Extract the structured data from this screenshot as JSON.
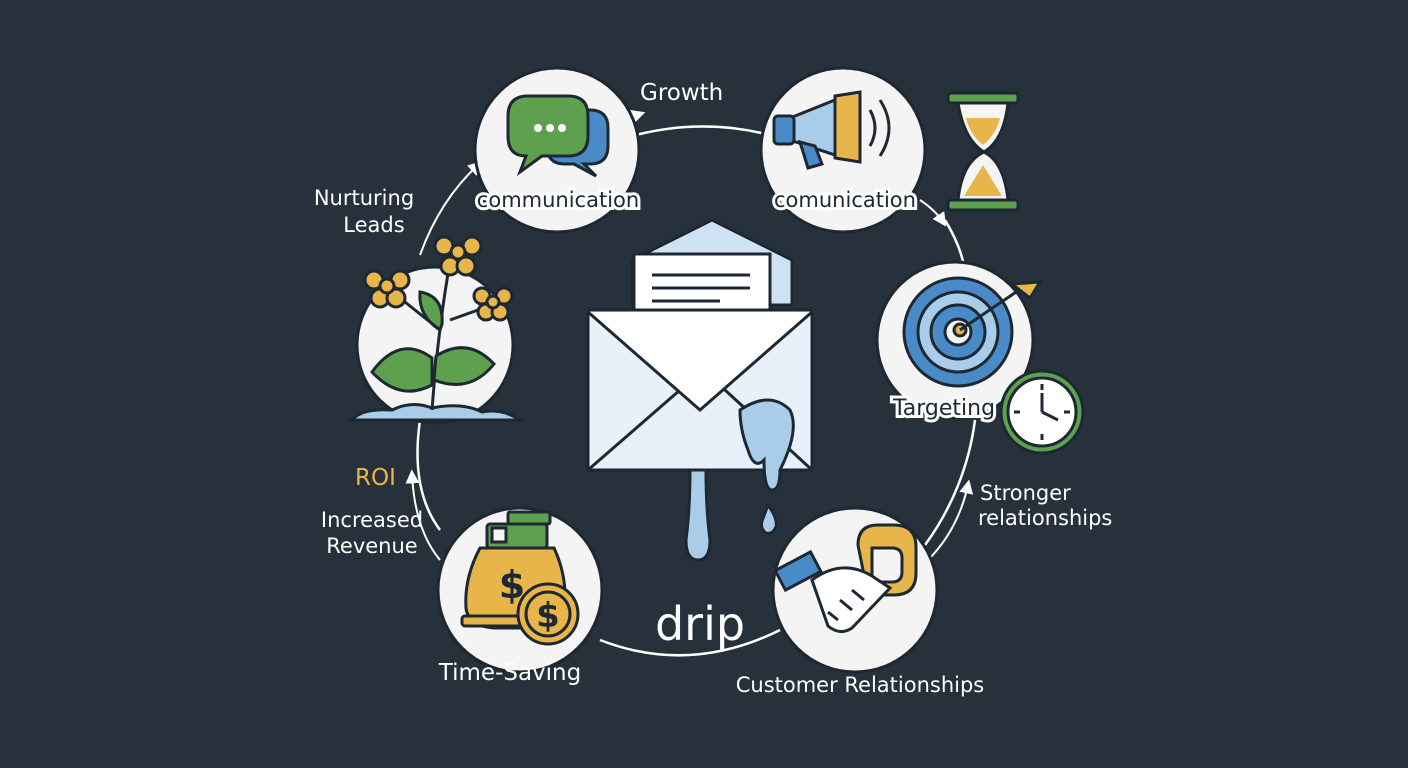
{
  "labels": {
    "growth": "Growth",
    "nurturing_line1": "Nurturing",
    "nurturing_line2": "Leads",
    "roi": "ROI",
    "increased_line1": "Increased",
    "increased_line2": "Revenue",
    "time_saving": "Time-Saving",
    "drip": "drip",
    "customer_relationships": "Customer Relationships",
    "stronger_line1": "Stronger",
    "stronger_line2": "relationships"
  },
  "nodes": {
    "chat": {
      "label": "communication"
    },
    "megaphone": {
      "label": "comunication"
    },
    "target": {
      "label": "Targeting"
    }
  },
  "icons": [
    "envelope-icon",
    "chat-bubbles-icon",
    "megaphone-icon",
    "hourglass-icon",
    "target-icon",
    "clock-icon",
    "handshake-icon",
    "money-bag-icon",
    "coin-icon",
    "plant-icon"
  ],
  "colors": {
    "background": "#27313b",
    "circle_fill": "#f4f4f4",
    "outline": "#1d2833",
    "green": "#5da14f",
    "blue": "#4a8bc7",
    "light_blue": "#a9cde9",
    "gold": "#e8b54a",
    "roi_text": "#e8b54a"
  }
}
